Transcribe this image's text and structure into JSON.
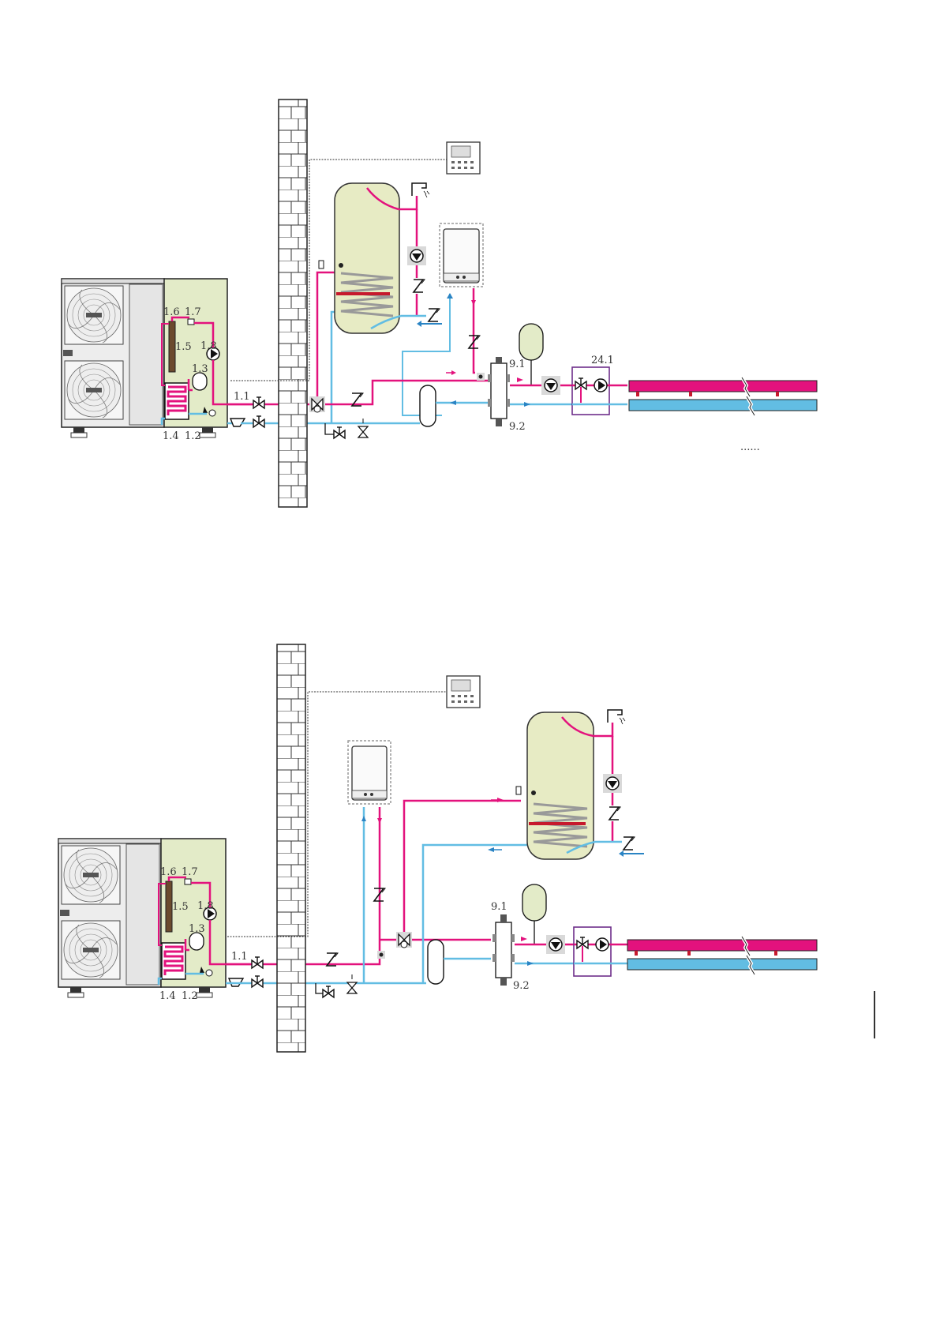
{
  "colors": {
    "hot": "#e3127d",
    "cold": "#62bde3",
    "cold_dark": "#2a84c4",
    "unit_panel": "#e3ebc8",
    "tank": "#e7ebc4",
    "boiler_frame": "#9a9a9a",
    "module_frame": "#6e2f8a",
    "wall": "#ffffff",
    "line": "#222222"
  },
  "diagram_top": {
    "labels": {
      "l1_6": "1.6",
      "l1_7": "1.7",
      "l1_5": "1.5",
      "l1_8": "1.8",
      "l1_3": "1.3",
      "l1_1": "1.1",
      "l1_4": "1.4",
      "l1_2": "1.2",
      "l9_1": "9.1",
      "l9_2": "9.2",
      "l24_1": "24.1",
      "ellipsis": "......"
    }
  },
  "diagram_bottom": {
    "labels": {
      "l1_6": "1.6",
      "l1_7": "1.7",
      "l1_5": "1.5",
      "l1_8": "1.8",
      "l1_3": "1.3",
      "l1_1": "1.1",
      "l1_4": "1.4",
      "l1_2": "1.2",
      "l9_1": "9.1",
      "l9_2": "9.2"
    }
  },
  "icons": [
    "heat-pump-outdoor-unit",
    "brick-wall",
    "controller",
    "dhw-tank",
    "tap",
    "circulation-pump",
    "check-valve",
    "gas-boiler",
    "expansion-vessel",
    "hydraulic-separator",
    "mixing-module",
    "floor-heating-manifold",
    "three-way-valve",
    "ball-valve",
    "filter",
    "buffer-tank"
  ]
}
